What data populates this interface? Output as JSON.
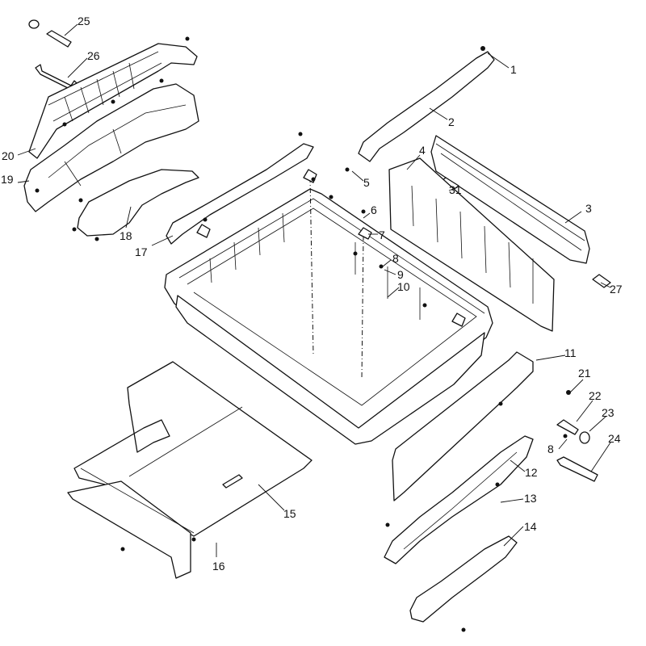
{
  "diagram": {
    "type": "exploded-parts-view",
    "callouts": [
      "1",
      "2",
      "3",
      "4",
      "5",
      "6",
      "7",
      "8",
      "9",
      "10",
      "11",
      "12",
      "13",
      "14",
      "15",
      "16",
      "17",
      "18",
      "19",
      "20",
      "21",
      "22",
      "23",
      "24",
      "25",
      "26",
      "27",
      "31",
      "8"
    ]
  }
}
